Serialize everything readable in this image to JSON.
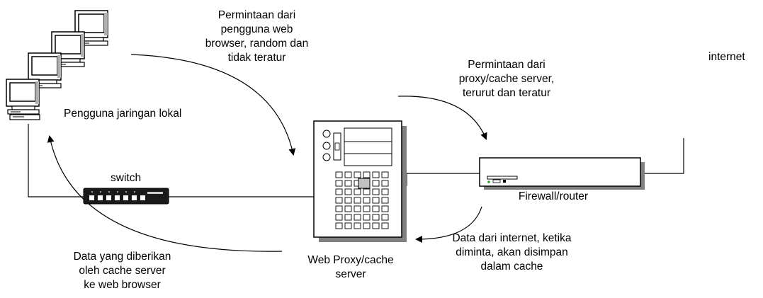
{
  "labels": {
    "request_from_users": [
      "Permintaan dari",
      "pengguna web",
      "browser, random dan",
      "tidak teratur"
    ],
    "request_from_proxy": [
      "Permintaan dari",
      "proxy/cache server,",
      "terurut dan teratur"
    ],
    "internet": "internet",
    "local_users": "Pengguna jaringan lokal",
    "switch": "switch",
    "firewall_router": "Firewall/router",
    "proxy_server": [
      "Web Proxy/cache",
      "server"
    ],
    "data_to_browser": [
      "Data yang diberikan",
      "oleh cache server",
      "ke web browser"
    ],
    "data_from_internet": [
      "Data dari internet, ketika",
      "diminta, akan disimpan",
      "dalam cache"
    ]
  },
  "icons": [
    "workstation-icon",
    "switch-icon",
    "tower-server-icon",
    "router-icon",
    "internet-cloud-icon"
  ],
  "colors": {
    "line": "#000000",
    "device_fill": "#ffffff",
    "shadow": "#808080",
    "screen": "#ffffff",
    "led_green": "#2e9e2e"
  }
}
